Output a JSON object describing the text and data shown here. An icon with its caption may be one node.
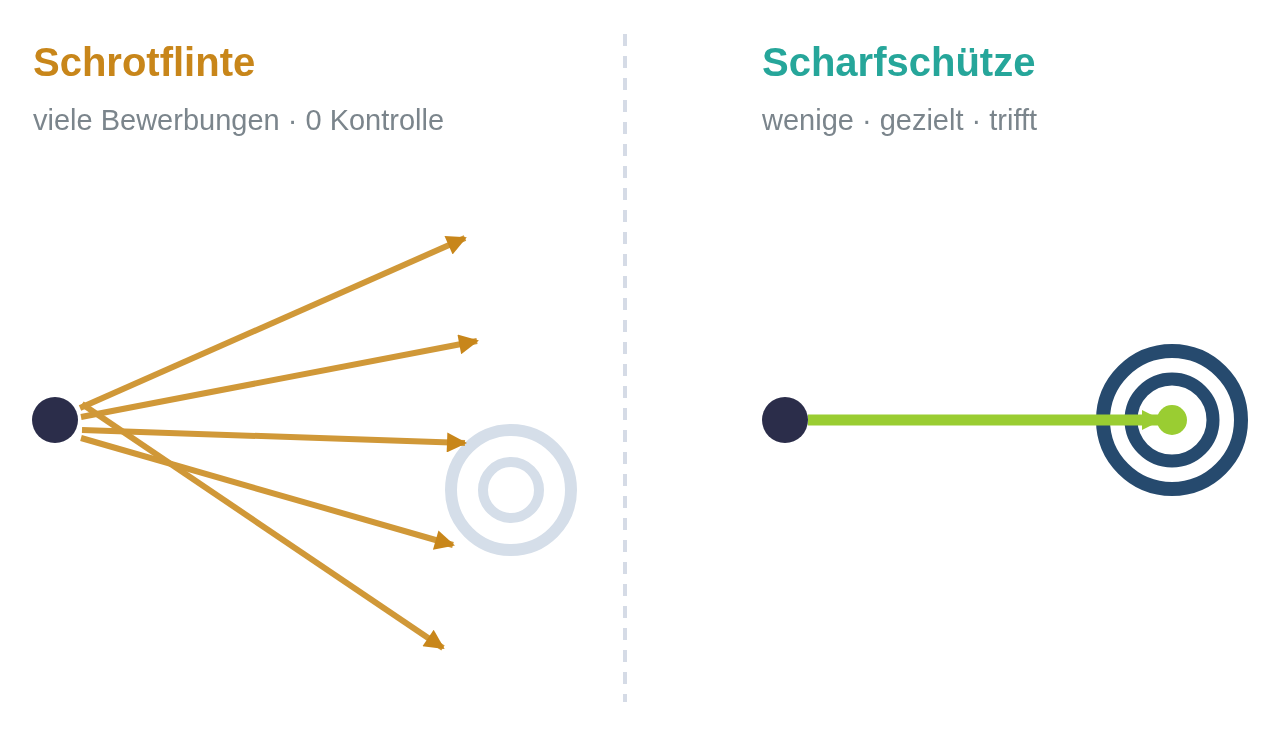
{
  "diagram": {
    "nodes": [
      {
        "text": [],
        "shape": "circle"
      },
      {
        "text": [],
        "shape": "picture"
      },
      {
        "text": [],
        "shape": "circle"
      },
      {
        "text": [],
        "shape": "picture"
      }
    ],
    "edges": [
      {
        "from": 0,
        "to": null,
        "arrow": "to"
      },
      {
        "from": 0,
        "to": null,
        "arrow": "to"
      },
      {
        "from": 0,
        "to": 1,
        "arrow": "to"
      },
      {
        "from": 0,
        "to": 1,
        "arrow": "to"
      },
      {
        "from": 0,
        "to": null,
        "arrow": "to"
      },
      {
        "from": 2,
        "to": 3,
        "arrow": "to",
        "style": "thick",
        "color": "#9acd32"
      }
    ],
    "labels": [
      "Schrotflinte",
      "viele Bewerbungen · 0 Kontrolle",
      "Scharfschütze",
      "wenige · gezielt · trifft"
    ]
  }
}
